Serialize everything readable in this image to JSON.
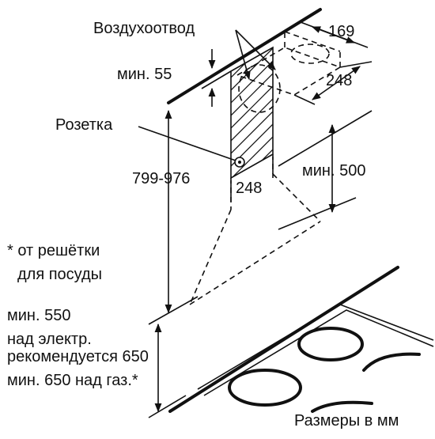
{
  "diagram": {
    "labels": {
      "air_outlet": "Воздухоотвод",
      "socket": "Розетка",
      "dim_169": "169",
      "dim_248_top": "248",
      "dim_min55": "мин. 55",
      "dim_799_976": "799-976",
      "dim_248_mid": "248",
      "dim_min500": "мин. 500",
      "note_line1": "* от решётки",
      "note_line2": "для посуды",
      "req_line1": "мин. 550",
      "req_line2": "над электр.",
      "req_line3": "рекомендуется 650",
      "req_line4": "мин. 650 над газ.*",
      "units": "Размеры в мм"
    }
  }
}
